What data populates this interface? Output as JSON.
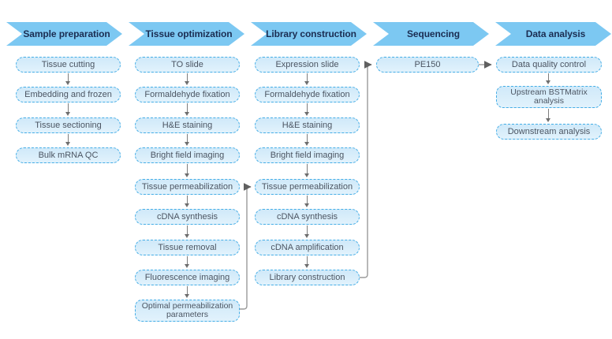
{
  "colors": {
    "banner_fill": "#7cc8f2",
    "banner_text": "#1b2d52",
    "box_fill": "#d9edfb",
    "box_border": "#44ade6",
    "box_text": "#4c5562",
    "connector_line": "#9a9a9a",
    "arrowhead": "#606060",
    "background": "#ffffff"
  },
  "stages": [
    {
      "id": "sample-preparation",
      "label": "Sample preparation",
      "steps": [
        "Tissue cutting",
        "Embedding and frozen",
        "Tissue sectioning",
        "Bulk mRNA QC"
      ]
    },
    {
      "id": "tissue-optimization",
      "label": "Tissue optimization",
      "steps": [
        "TO slide",
        "Formaldehyde fixation",
        "H&E staining",
        "Bright field imaging",
        "Tissue permeabilization",
        "cDNA synthesis",
        "Tissue removal",
        "Fluorescence imaging",
        "Optimal permeabilization parameters"
      ]
    },
    {
      "id": "library-construction",
      "label": "Library construction",
      "steps": [
        "Expression slide",
        "Formaldehyde fixation",
        "H&E staining",
        "Bright field imaging",
        "Tissue permeabilization",
        "cDNA synthesis",
        "cDNA amplification",
        "Library construction"
      ]
    },
    {
      "id": "sequencing",
      "label": "Sequencing",
      "steps": [
        "PE150"
      ]
    },
    {
      "id": "data-analysis",
      "label": "Data analysis",
      "steps": [
        "Data quality control",
        "Upstream BSTMatrix analysis",
        "Downstream analysis"
      ]
    }
  ],
  "connections": [
    {
      "from": "Optimal permeabilization parameters",
      "from_stage": "Tissue optimization",
      "to": "Tissue permeabilization",
      "to_stage": "Library construction"
    },
    {
      "from": "Library construction",
      "from_stage": "Library construction",
      "to": "PE150",
      "to_stage": "Sequencing"
    },
    {
      "from": "PE150",
      "from_stage": "Sequencing",
      "to": "Data quality control",
      "to_stage": "Data analysis"
    }
  ]
}
